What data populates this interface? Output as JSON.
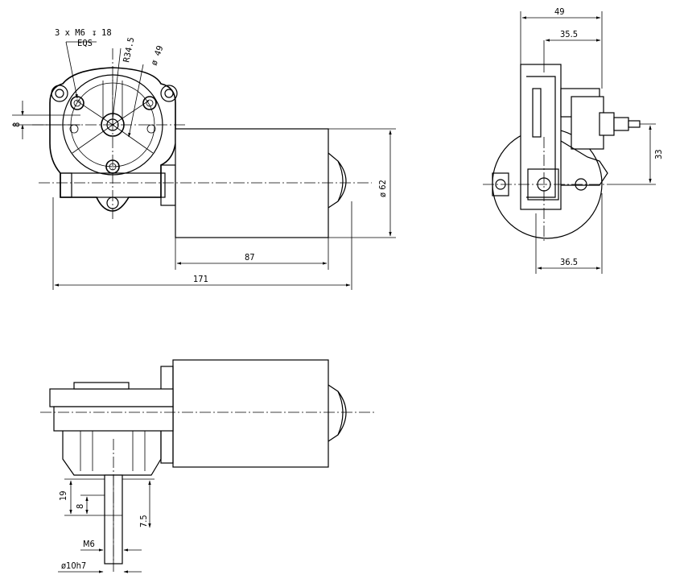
{
  "front_view": {
    "hole_callout": "3 x M6",
    "depth_symbol": "↧",
    "depth_value": "18",
    "eqs_label": "EQS",
    "radius_label": "R34.5",
    "pcd_label": "ø 49",
    "offset_label": "8",
    "motor_dia_label": "ø 62",
    "motor_len_label": "87",
    "overall_len_label": "171"
  },
  "side_view": {
    "overall_width_label": "49",
    "shaft_offset_label": "35.5",
    "center_height_label": "33",
    "bottom_width_label": "36.5"
  },
  "bottom_view": {
    "shaft_len_label": "19",
    "flat_len_label": "8",
    "flat_width_label": "7.5",
    "thread_label": "M6",
    "shaft_dia_label": "ø10h7"
  }
}
